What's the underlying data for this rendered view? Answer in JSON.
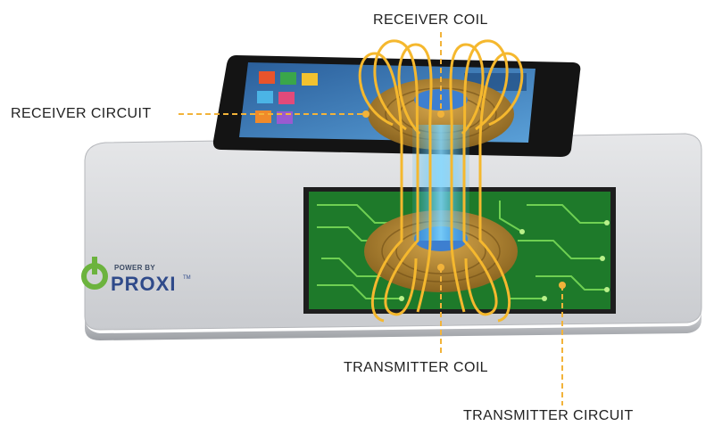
{
  "labels": {
    "receiver_coil": "RECEIVER COIL",
    "receiver_circuit": "RECEIVER CIRCUIT",
    "transmitter_coil": "TRANSMITTER COIL",
    "transmitter_circuit": "TRANSMITTER CIRCUIT"
  },
  "logo": {
    "power_by": "POWER BY",
    "brand": "PROXI",
    "trademark": "TM"
  },
  "colors": {
    "leader_line": "#f2b33a",
    "field_line": "#f5b82e",
    "coil": "#b8882e",
    "pad": "#cfd2d6",
    "circuit_board": "#1e7a2a",
    "logo_green": "#6cb33e"
  },
  "icons": {
    "power_logo": "power-symbol-icon"
  }
}
